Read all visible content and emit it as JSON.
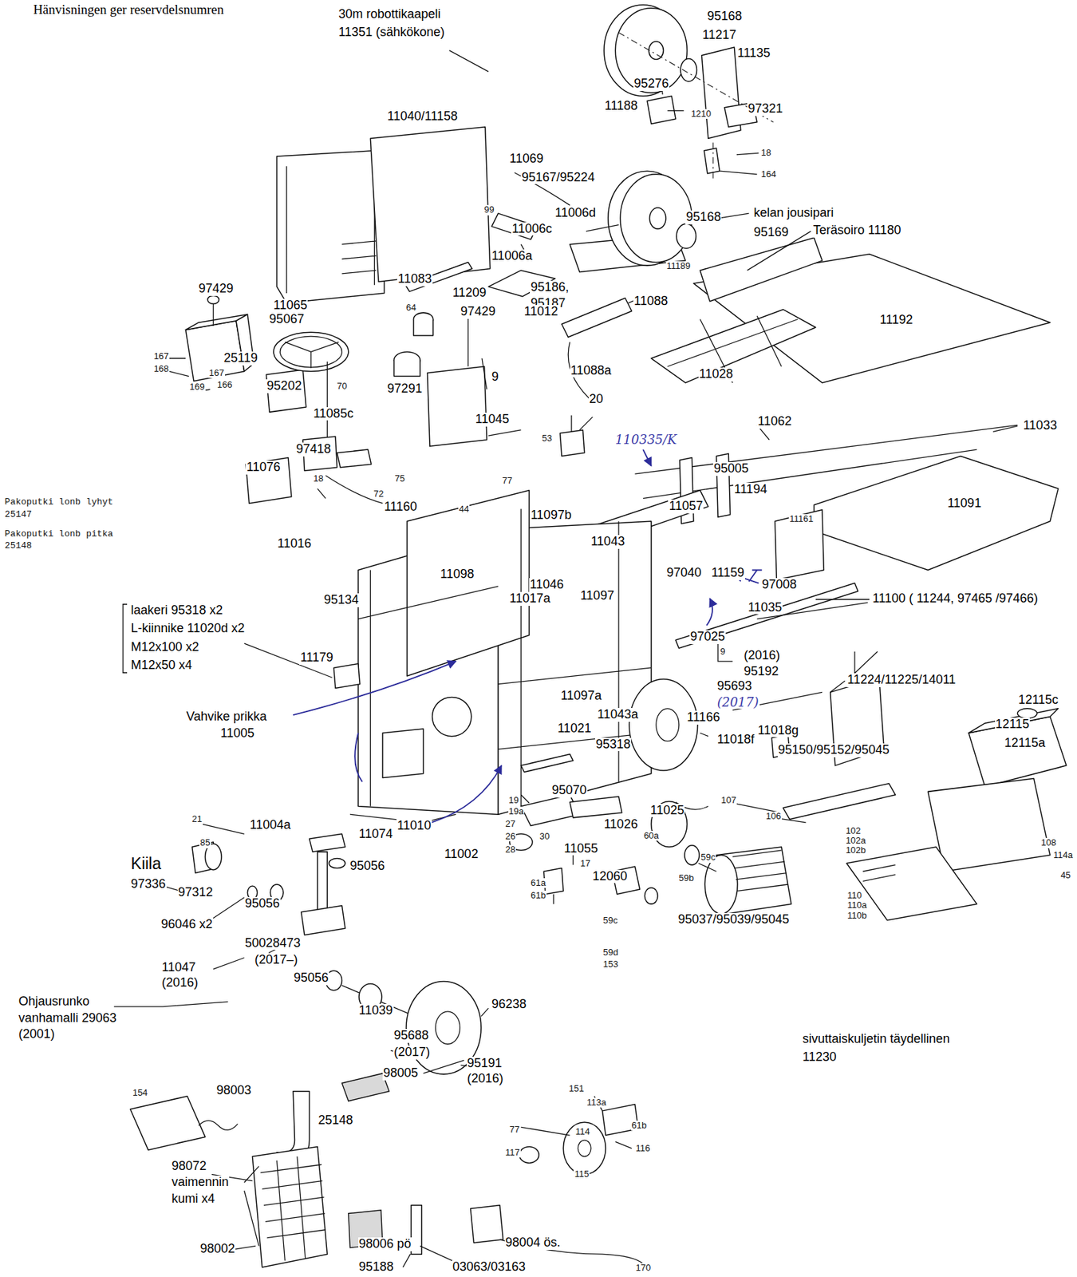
{
  "diagram": {
    "labels": [
      "Hänvisningen ger reservdelsnumren",
      "30m robottikaapeli",
      "11351 (sähkökone)",
      "95168",
      "11217",
      "11135",
      "95276",
      "11188",
      "1210",
      "97321",
      "18",
      "164",
      "11040/11158",
      "11069",
      "95167/95224",
      "99",
      "11006c",
      "11006d",
      "95168",
      "kelan jousipari",
      "95169",
      "11006a",
      "11189",
      "Teräsoiro 11180",
      "11083",
      "11209",
      "95186,",
      "95187",
      "97429",
      "11065",
      "95067",
      "64",
      "97429",
      "11012",
      "11088",
      "11192",
      "167",
      "168",
      "25119",
      "167",
      "166",
      "169",
      "95202",
      "70",
      "97291",
      "9",
      "11088a",
      "20",
      "11028",
      "11085c",
      "11045",
      "53",
      "110335/K",
      "11062",
      "11033",
      "97418",
      "11076",
      "18",
      "75",
      "72",
      "77",
      "44",
      "95005",
      "11194",
      "11091",
      "Pakoputki lonb lyhyt",
      "25147",
      "Pakoputki lonb pitka",
      "25148",
      "11160",
      "11097b",
      "11057",
      "11161",
      "11016",
      "11098",
      "11043",
      "97040",
      "11159",
      "97008",
      "95134",
      "11046",
      "laakeri 95318 x2",
      "L-kiinnike 11020d x2",
      "M12x100 x2",
      "M12x50 x4",
      "11017a",
      "11097",
      "11035",
      "11100 ( 11244, 97465 /97466)",
      "97025",
      "9",
      "11179",
      "(2016)",
      "95192",
      "11224/11225/14011",
      "Vahvike prikka",
      "11005",
      "95693",
      "(2017)",
      "11166",
      "12115c",
      "11097a",
      "11043a",
      "11021",
      "11018f",
      "11018g",
      "12115",
      "12115a",
      "95318",
      "95150/95152/95045",
      "95070",
      "19",
      "19a",
      "27",
      "30",
      "26",
      "28",
      "11025",
      "11026",
      "11055",
      "60a",
      "107",
      "106",
      "102",
      "102a",
      "102b",
      "108",
      "21",
      "11004a",
      "11074",
      "11010",
      "11002",
      "85",
      "Kiila",
      "97336",
      "97312",
      "95056",
      "17",
      "59c",
      "59b",
      "114a",
      "45",
      "110",
      "110a",
      "110b",
      "61a",
      "61b",
      "12060",
      "95037/95039/95045",
      "59c",
      "59d",
      "153",
      "96046 x2",
      "95056",
      "50028473",
      "(2017–)",
      "11047",
      "(2016)",
      "95056",
      "11039",
      "96238",
      "95688",
      "(2017)",
      "95191",
      "(2016)",
      "Ohjausrunko",
      "vanhamalli 29063",
      "(2001)",
      "sivuttaiskuljetin täydellinen",
      "11230",
      "151",
      "113a",
      "77",
      "114",
      "61b",
      "116",
      "117",
      "115",
      "154",
      "98003",
      "98005",
      "25148",
      "98072",
      "vaimennin",
      "kumi x4",
      "98002",
      "98006 pö",
      "98004 ös.",
      "95188",
      "03063/03163",
      "170"
    ]
  }
}
